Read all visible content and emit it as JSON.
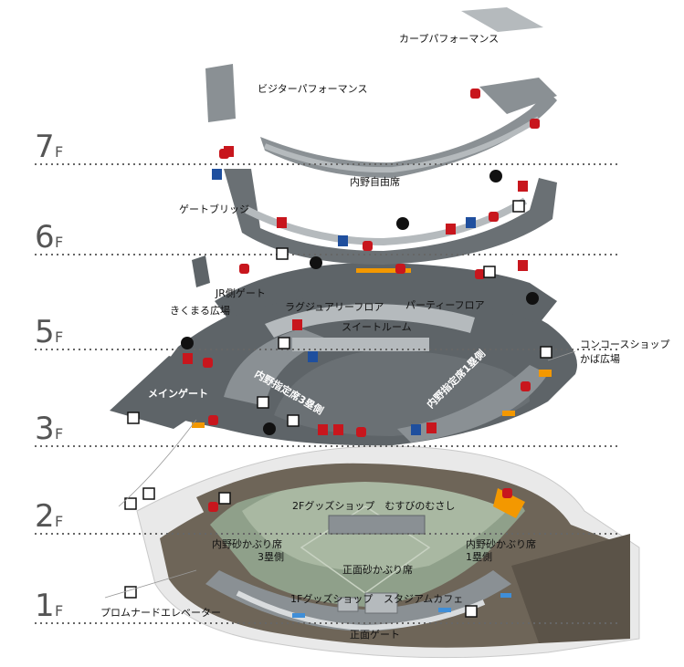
{
  "floors": [
    {
      "num": "7",
      "suffix": "F"
    },
    {
      "num": "6",
      "suffix": "F"
    },
    {
      "num": "5",
      "suffix": "F"
    },
    {
      "num": "3",
      "suffix": "F"
    },
    {
      "num": "2",
      "suffix": "F"
    },
    {
      "num": "1",
      "suffix": "F"
    }
  ],
  "labels": {
    "carp_performance": "カープパフォーマンス",
    "visitor_performance": "ビジターパフォーマンス",
    "uchino_jiyu": "内野自由席",
    "gate_bridge": "ゲートブリッジ",
    "jr_gate": "JR側ゲート",
    "kikumaru": "きくまる広場",
    "luxury_floor": "ラグジュアリーフロア",
    "party_floor": "パーティーフロア",
    "suite_room": "スイートルーム",
    "concourse_shop": "コンコースショップ",
    "kaba_plaza": "かば広場",
    "main_gate": "メインゲート",
    "uchino_3b": "内野指定席3塁側",
    "uchino_1b": "内野指定席1塁側",
    "goods_2f": "2Fグッズショップ　むすびのむさし",
    "sunakaburi_3b_l1": "内野砂かぶり席",
    "sunakaburi_3b_l2": "3塁側",
    "sunakaburi_1b_l1": "内野砂かぶり席",
    "sunakaburi_1b_l2": "1塁側",
    "front_sunakaburi": "正面砂かぶり席",
    "goods_1f": "1Fグッズショップ",
    "stadium_cafe": "スタジアムカフェ",
    "promenade_elevator": "プロムナードエレベーター",
    "front_gate": "正面ゲート"
  },
  "colors": {
    "concourse": "#5e6468",
    "stand": "#8a9094",
    "stand_light": "#b5babd",
    "field": "#8fa08a",
    "ground": "#6e6558",
    "restroom_red": "#c8161d",
    "restroom_blue": "#1f4f9e",
    "food_orange": "#f39800"
  }
}
